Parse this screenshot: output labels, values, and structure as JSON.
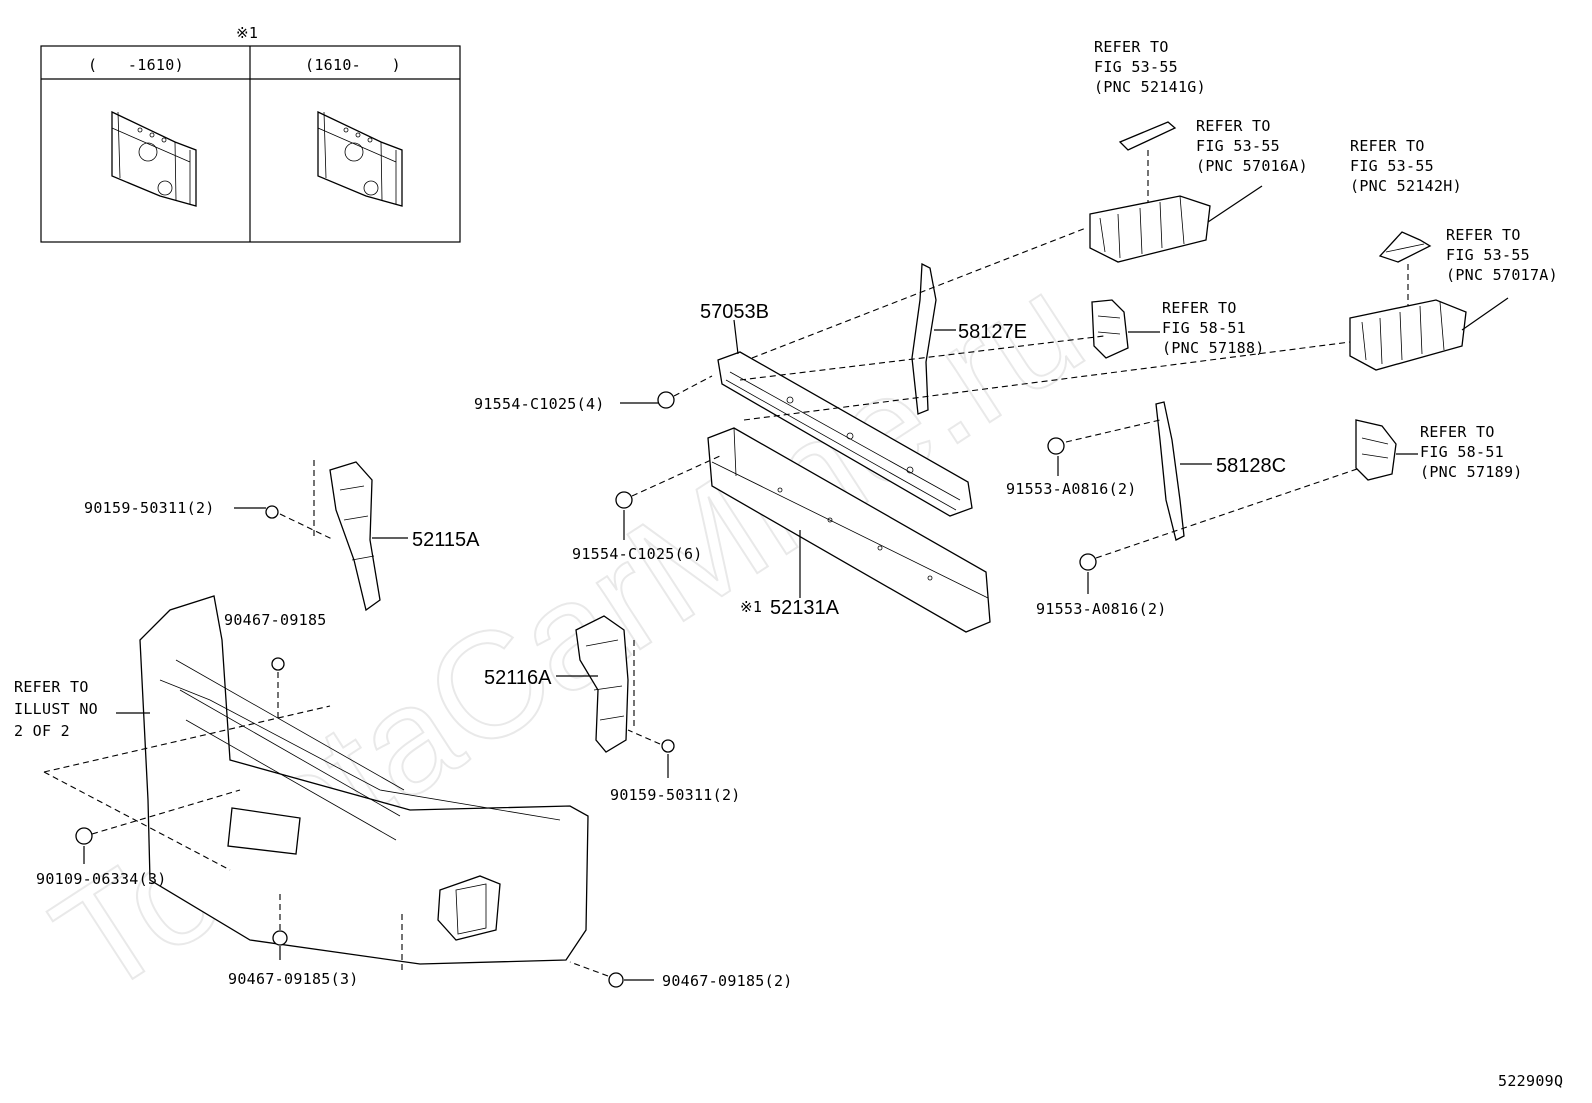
{
  "watermark": "ToyotaCarMine.ru",
  "diagram_code": "522909Q",
  "inset": {
    "marker": "※1",
    "col_left": "(　　-1610)",
    "col_right": "(1610-　　)"
  },
  "part_labels": {
    "p57053B": "57053B",
    "p58127E": "58127E",
    "p58128C": "58128C",
    "p52115A": "52115A",
    "p52116A": "52116A",
    "p52131A_mark": "※1",
    "p52131A": "52131A",
    "b91554_top": "91554-C1025(4)",
    "b91554_bot": "91554-C1025(6)",
    "b91553_top": "91553-A0816(2)",
    "b91553_bot": "91553-A0816(2)",
    "b90159_left": "90159-50311(2)",
    "b90159_right": "90159-50311(2)",
    "b90467_top": "90467-09185",
    "b90467_bot": "90467-09185(3)",
    "b90467_right": "90467-09185(2)",
    "b90109": "90109-06334(3)"
  },
  "refs": {
    "r52141G": [
      "REFER TO",
      "FIG 53-55",
      "(PNC 52141G)"
    ],
    "r57016A": [
      "REFER TO",
      "FIG 53-55",
      "(PNC 57016A)"
    ],
    "r52142H": [
      "REFER TO",
      "FIG 53-55",
      "(PNC 52142H)"
    ],
    "r57017A": [
      "REFER TO",
      "FIG 53-55",
      "(PNC 57017A)"
    ],
    "r57188": [
      "REFER TO",
      "FIG 58-51",
      "(PNC 57188)"
    ],
    "r57189": [
      "REFER TO",
      "FIG 58-51",
      "(PNC 57189)"
    ],
    "rIllust": [
      "REFER TO",
      "ILLUST NO",
      "2 OF 2"
    ]
  }
}
